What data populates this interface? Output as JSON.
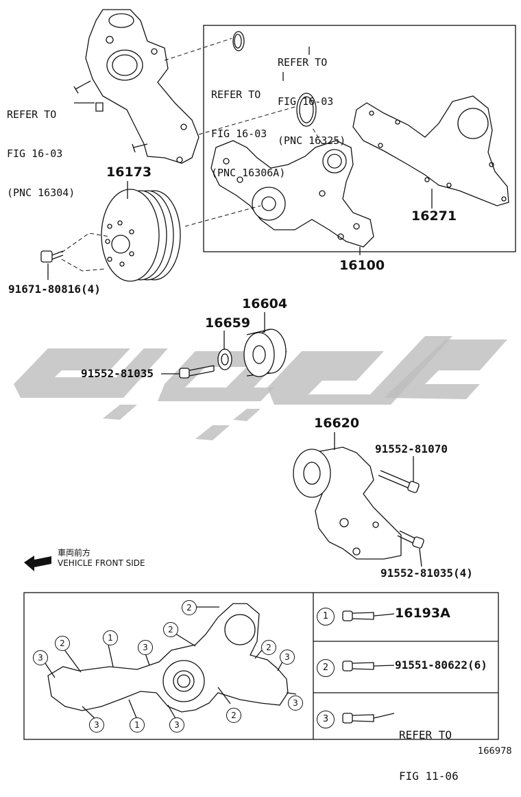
{
  "refs": {
    "ref_16304": [
      "REFER TO",
      "FIG 16-03",
      "(PNC 16304)"
    ],
    "ref_16306a": [
      "REFER TO",
      "FIG 16-03",
      "(PNC 16306A)"
    ],
    "ref_16325": [
      "REFER TO",
      "FIG 16-03",
      "(PNC 16325)"
    ]
  },
  "parts": {
    "p16173": "16173",
    "p16100": "16100",
    "p16271": "16271",
    "p91671": "91671-80816(4)",
    "p16604": "16604",
    "p16659": "16659",
    "p91552_81035": "91552-81035",
    "p16620": "16620",
    "p91552_81070": "91552-81070",
    "p91552_81035_4": "91552-81035(4)"
  },
  "direction": {
    "japanese": "車両前方",
    "english": "VEHICLE FRONT SIDE"
  },
  "legend": {
    "rows": [
      {
        "symbol": "1",
        "label": "16193A"
      },
      {
        "symbol": "2",
        "label": "91551-80622(6)"
      },
      {
        "symbol": "3",
        "label_lines": [
          "REFER TO",
          "FIG 11-06"
        ]
      }
    ]
  },
  "figure_id": "166978",
  "colors": {
    "line": "#111111",
    "watermark": "#bdbdbd"
  }
}
